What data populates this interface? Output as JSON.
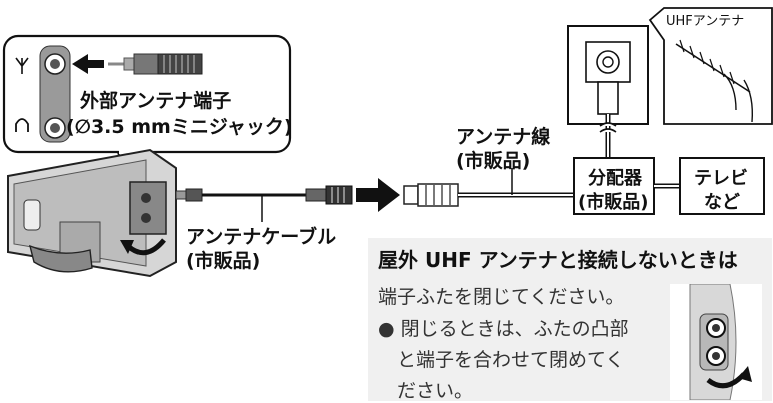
{
  "colors": {
    "line": "#111111",
    "note_bg": "#f0f0f0",
    "device_body": "#cfcfcf",
    "device_dark": "#7a7a7a",
    "text": "#111111"
  },
  "icons": [
    "antenna-symbol-icon",
    "headphone-symbol-icon",
    "arrow-left-icon",
    "arrow-right-icon",
    "rotate-arrow-icon"
  ],
  "jack_panel": {
    "label_line1": "外部アンテナ端子",
    "label_line2": "(∅3.5 mmミニジャック)"
  },
  "cable": {
    "label_line1": "アンテナケーブル",
    "label_line2": "(市販品)"
  },
  "antenna_line": {
    "label_line1": "アンテナ線",
    "label_line2": "(市販品)"
  },
  "splitter": {
    "label_line1": "分配器",
    "label_line2": "(市販品)"
  },
  "tv": {
    "label_line1": "テレビ",
    "label_line2": "など"
  },
  "antenna_callout": {
    "label": "UHFアンテナ"
  },
  "note": {
    "title": "屋外 UHF アンテナと接続しないときは",
    "body": "端子ふたを閉じてください。",
    "bullet_line1": "● 閉じるときは、ふたの凸部",
    "bullet_line2": "　と端子を合わせて閉めてく",
    "bullet_line3": "　ださい。"
  }
}
